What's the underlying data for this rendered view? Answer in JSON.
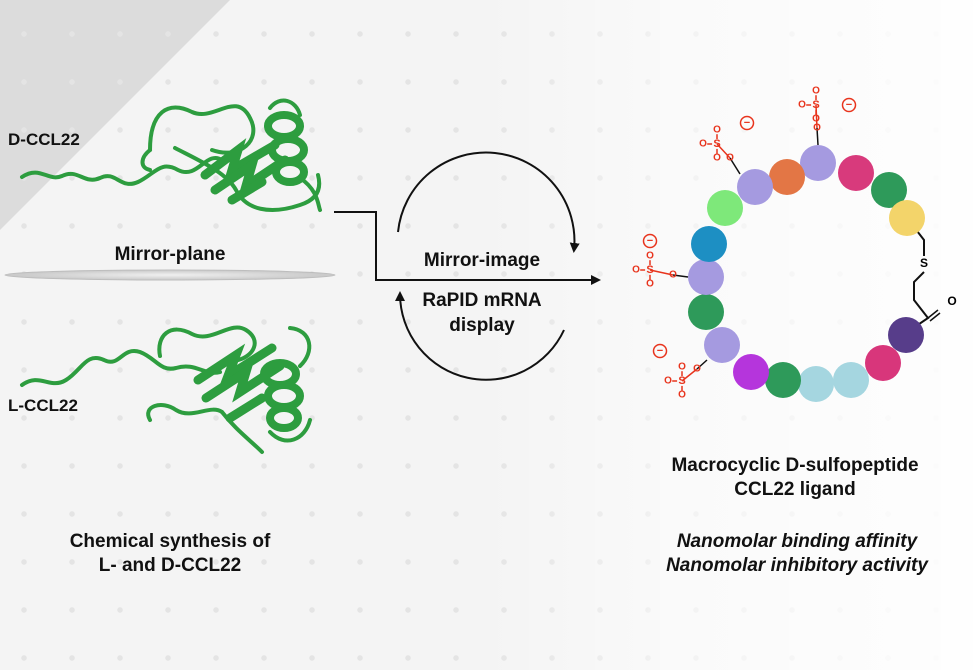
{
  "left": {
    "d_label": "D-CCL22",
    "l_label": "L-CCL22",
    "mirror_plane": "Mirror-plane",
    "caption_line1": "Chemical synthesis of",
    "caption_line2": "L- and D-CCL22"
  },
  "center": {
    "line1": "Mirror-image",
    "line2": "RaPID mRNA",
    "line3": "display"
  },
  "right": {
    "title_line1": "Macrocyclic D-sulfopeptide",
    "title_line2": "CCL22 ligand",
    "note_line1": "Nanomolar binding affinity",
    "note_line2": "Nanomolar inhibitory activity"
  },
  "chem": {
    "o": "O",
    "s": "S",
    "minus": "−",
    "thioether_s": "S",
    "carbonyl_o": "O"
  },
  "colors": {
    "protein": "#2d9d3f",
    "sulfate": "#e8341d",
    "beads": [
      "#a59ae0",
      "#e37645",
      "#a59ae0",
      "#d83a7c",
      "#2e9a5a",
      "#f3d46a",
      "#573d8a",
      "#d8367b",
      "#a5d6e0",
      "#a5d6e0",
      "#2e9a5a",
      "#b535dc",
      "#a59ae0",
      "#2e9a5a",
      "#a59ae0",
      "#1d8fc3",
      "#7ee87a"
    ]
  }
}
